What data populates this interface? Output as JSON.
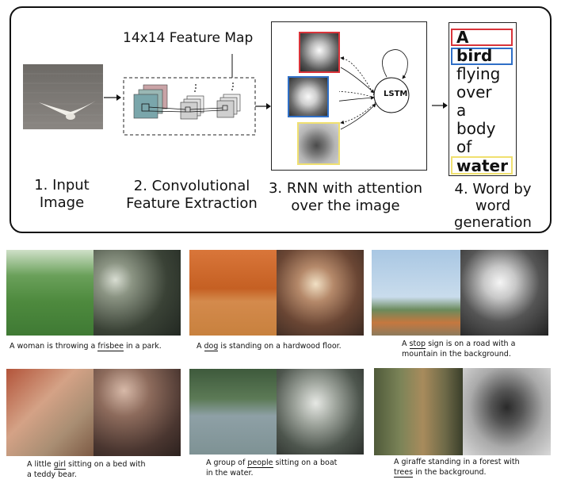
{
  "pipeline": {
    "feature_map_label": "14x14 Feature Map",
    "lstm_label": "LSTM",
    "steps": [
      {
        "line1": "1. Input",
        "line2": "Image"
      },
      {
        "line1": "2. Convolutional",
        "line2": "Feature Extraction"
      },
      {
        "line1": "3. RNN with attention",
        "line2": "over the image"
      },
      {
        "line1": "4. Word by",
        "line2": "word",
        "line3": "generation"
      }
    ],
    "words": [
      "A",
      "bird",
      "flying",
      "over",
      "a",
      "body",
      "of",
      "water"
    ],
    "colors": {
      "red": "#d9343a",
      "blue": "#2f6fc7",
      "yellow": "#f0e070"
    }
  },
  "examples": [
    {
      "pre": "A woman is throwing a ",
      "key": "frisbee",
      "post": " in a park.",
      "line2": ""
    },
    {
      "pre": "A ",
      "key": "dog",
      "post": " is standing on a hardwood floor.",
      "line2": ""
    },
    {
      "pre": "A ",
      "key": "stop",
      "post": " sign is on a road with a",
      "line2": "mountain in the background."
    },
    {
      "pre": "A little ",
      "key": "girl",
      "post": " sitting on a bed with",
      "line2": "a teddy bear."
    },
    {
      "pre": "A group of ",
      "key": "people",
      "post": " sitting on a boat",
      "line2": "in the water."
    },
    {
      "pre": "A giraffe standing in a forest with",
      "key": "trees",
      "post": " in the background.",
      "line2": "",
      "key_on_line2": true
    }
  ]
}
